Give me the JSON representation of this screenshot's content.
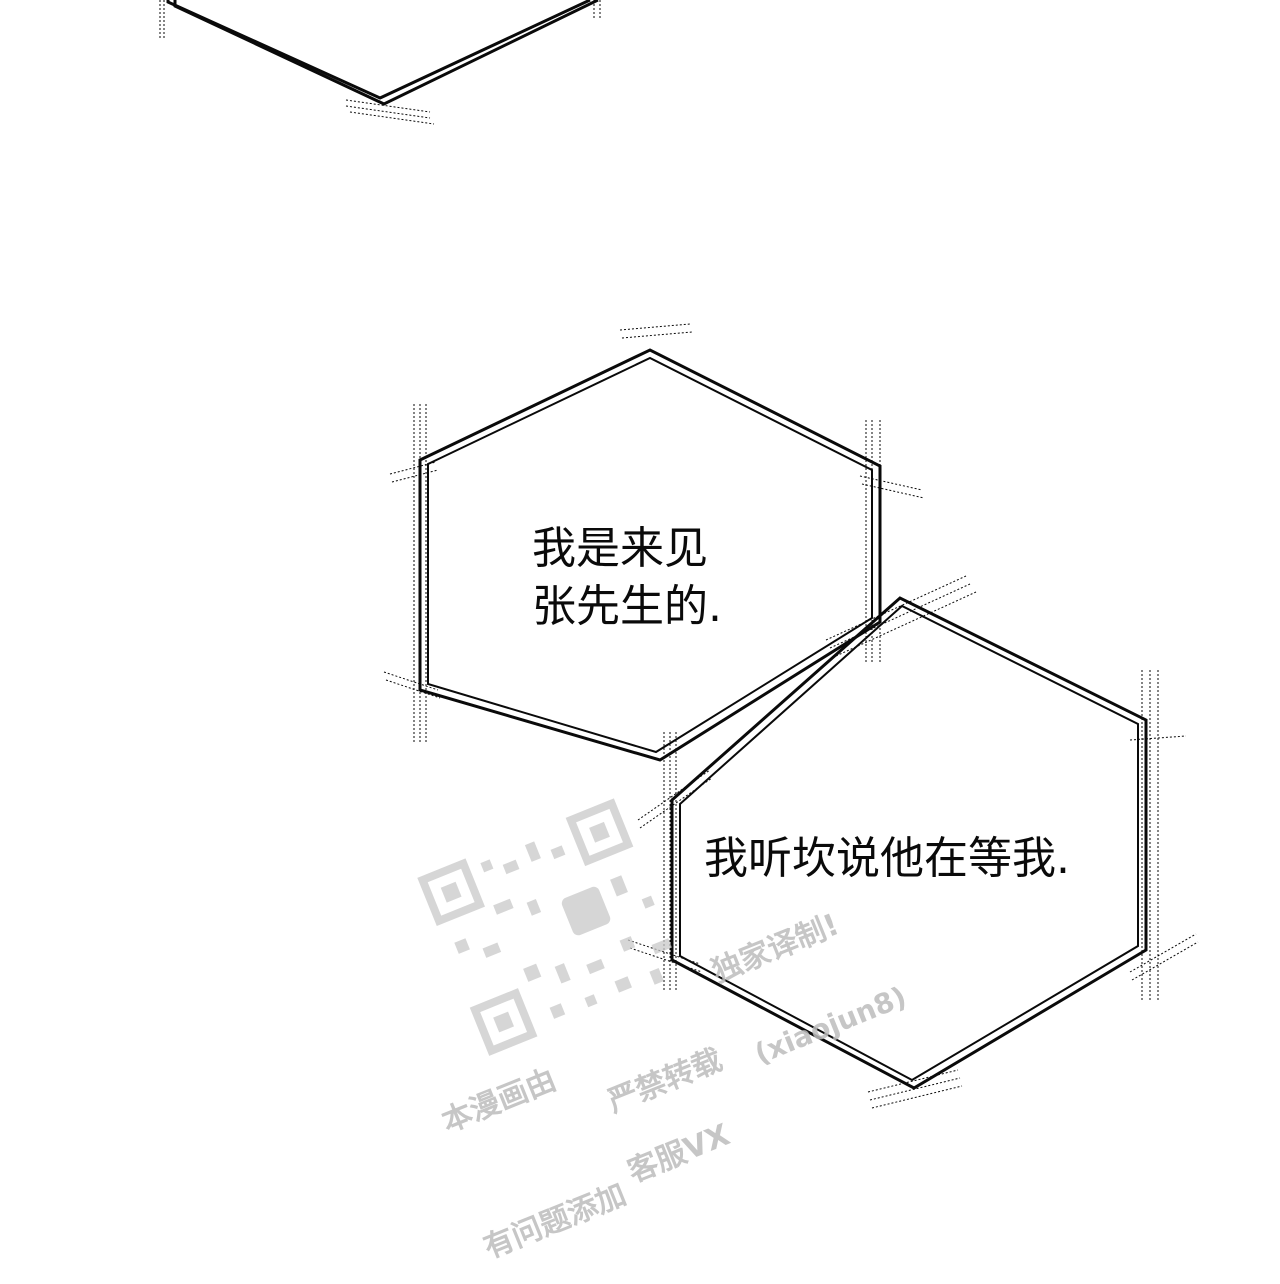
{
  "panel": {
    "background": "#ffffff",
    "ink": "#0a0a0a",
    "bubbles": [
      {
        "lines": [
          "我是来见",
          "张先生的."
        ]
      },
      {
        "lines": [
          "我听坎说他在等我."
        ]
      }
    ]
  },
  "watermark": {
    "color": "#bdbdbd",
    "lines": [
      "本漫画由",
      "独家译制!",
      "严禁转载",
      "(xiaojun8)",
      "客服VX",
      "有问题添加"
    ]
  }
}
